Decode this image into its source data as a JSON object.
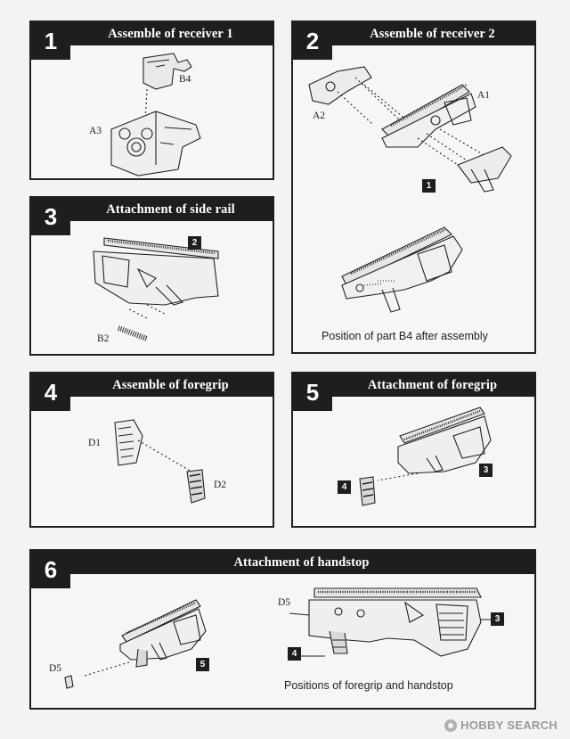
{
  "steps": [
    {
      "number": "1",
      "title": "Assemble of receiver 1",
      "parts": [
        "B4",
        "A3"
      ]
    },
    {
      "number": "2",
      "title": "Assemble of receiver 2",
      "parts": [
        "A1",
        "A2"
      ],
      "refs": [
        "1"
      ],
      "caption": "Position of part B4 after assembly"
    },
    {
      "number": "3",
      "title": "Attachment of side rail",
      "parts": [
        "B2"
      ],
      "refs": [
        "2"
      ]
    },
    {
      "number": "4",
      "title": "Assemble of foregrip",
      "parts": [
        "D1",
        "D2"
      ]
    },
    {
      "number": "5",
      "title": "Attachment of foregrip",
      "refs": [
        "4",
        "3"
      ]
    },
    {
      "number": "6",
      "title": "Attachment of handstop",
      "parts": [
        "D5",
        "D5"
      ],
      "refs": [
        "5",
        "4",
        "3"
      ],
      "caption": "Positions of foregrip and handstop"
    }
  ],
  "watermark": {
    "text": "HOBBY SEARCH",
    "icon": "hobbysearch-logo-icon"
  }
}
